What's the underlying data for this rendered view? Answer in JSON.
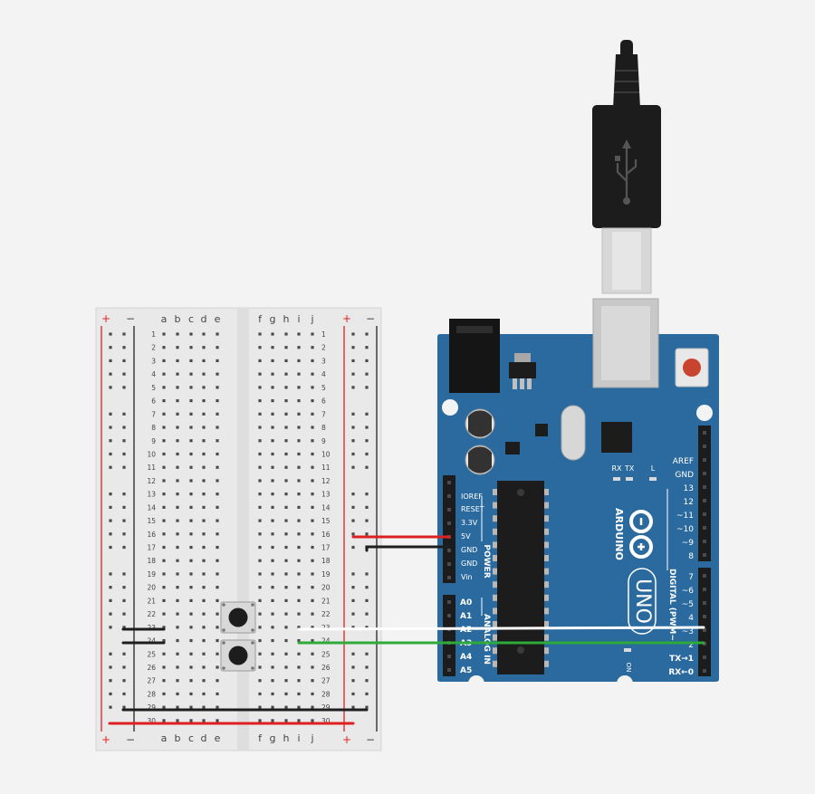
{
  "breadboard": {
    "rail_plus": "+",
    "rail_minus": "−",
    "columns_left": [
      "a",
      "b",
      "c",
      "d",
      "e"
    ],
    "columns_right": [
      "f",
      "g",
      "h",
      "i",
      "j"
    ],
    "row_count": 30
  },
  "arduino": {
    "brand": "ARDUINO",
    "model": "UNO",
    "power_header_title": "POWER",
    "analog_header_title": "ANALOG IN",
    "digital_header_title": "DIGITAL (PWM~)",
    "power_pins": [
      "IOREF",
      "RESET",
      "3.3V",
      "5V",
      "GND",
      "GND",
      "Vin"
    ],
    "analog_pins": [
      "A0",
      "A1",
      "A2",
      "A3",
      "A4",
      "A5"
    ],
    "digital_upper_pins": [
      "AREF",
      "GND",
      "13",
      "12",
      "~11",
      "~10",
      "~9",
      "8"
    ],
    "digital_lower_pins": [
      "7",
      "~6",
      "~5",
      "4",
      "~3",
      "2",
      "TX→1",
      "RX←0"
    ],
    "led_labels": [
      "RX",
      "TX",
      "L"
    ],
    "on_label": "ON"
  },
  "wires": [
    {
      "name": "5v-wire",
      "color": "#e02020"
    },
    {
      "name": "gnd-wire",
      "color": "#1e1e1e"
    },
    {
      "name": "pin3-wire",
      "color": "#ffffff"
    },
    {
      "name": "pin2-wire",
      "color": "#2eaa3a"
    }
  ],
  "colors": {
    "board_blue": "#2b6a9e",
    "rail_red": "#e02020",
    "breadboard": "#e9e9e9"
  }
}
